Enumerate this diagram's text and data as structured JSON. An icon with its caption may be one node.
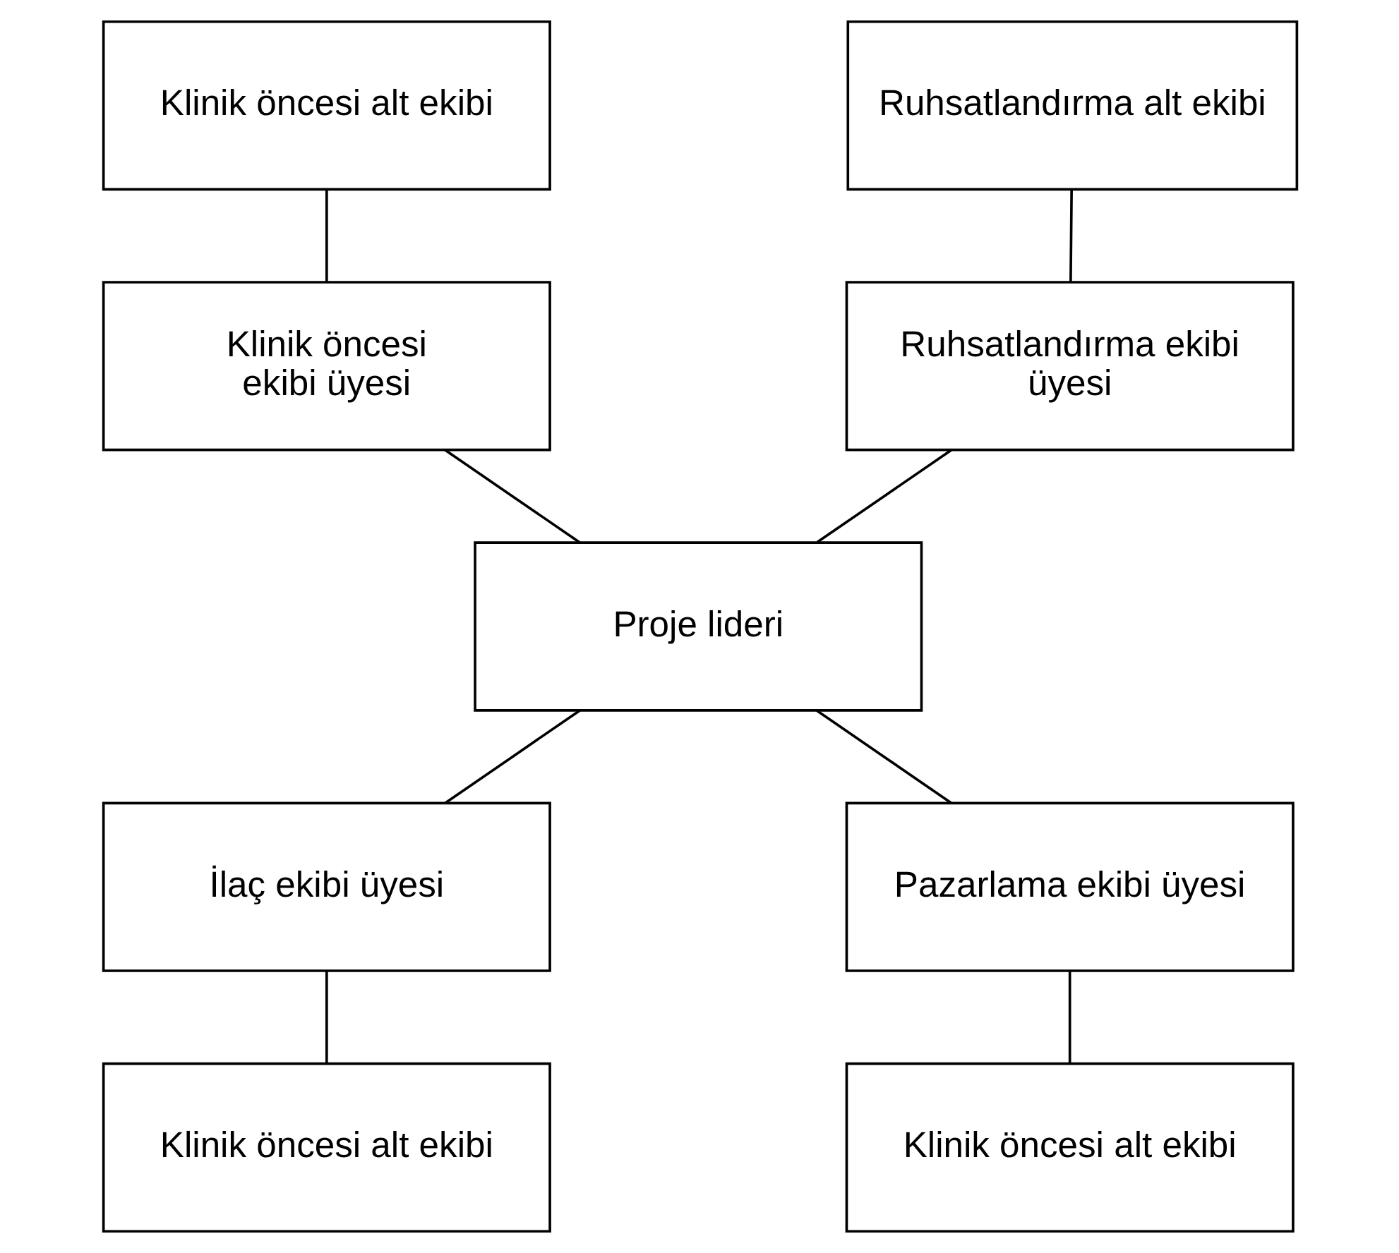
{
  "diagram": {
    "nodes": [
      {
        "text": [
          "Klinik öncesi alt ekibi"
        ]
      },
      {
        "text": [
          "Ruhsatlandırma alt ekibi"
        ]
      },
      {
        "text": [
          "Klinik öncesi ekibi üyesi"
        ]
      },
      {
        "text": [
          "Ruhsatlandırma ekibi üyesi"
        ]
      },
      {
        "text": [
          "Proje lideri"
        ]
      },
      {
        "text": [
          "İlaç ekibi üyesi"
        ]
      },
      {
        "text": [
          "Pazarlama ekibi üyesi"
        ]
      },
      {
        "text": [
          "Klinik öncesi alt ekibi"
        ]
      },
      {
        "text": [
          "Klinik öncesi alt ekibi"
        ]
      }
    ],
    "edges": [
      {
        "from": 0,
        "to": 2,
        "arrow": "none"
      },
      {
        "from": 1,
        "to": 3,
        "arrow": "none"
      },
      {
        "from": 2,
        "to": 4,
        "arrow": "none"
      },
      {
        "from": 3,
        "to": 4,
        "arrow": "none"
      },
      {
        "from": 4,
        "to": 5,
        "arrow": "none"
      },
      {
        "from": 4,
        "to": 6,
        "arrow": "none"
      },
      {
        "from": 5,
        "to": 7,
        "arrow": "none"
      },
      {
        "from": 6,
        "to": 8,
        "arrow": "none"
      }
    ]
  }
}
